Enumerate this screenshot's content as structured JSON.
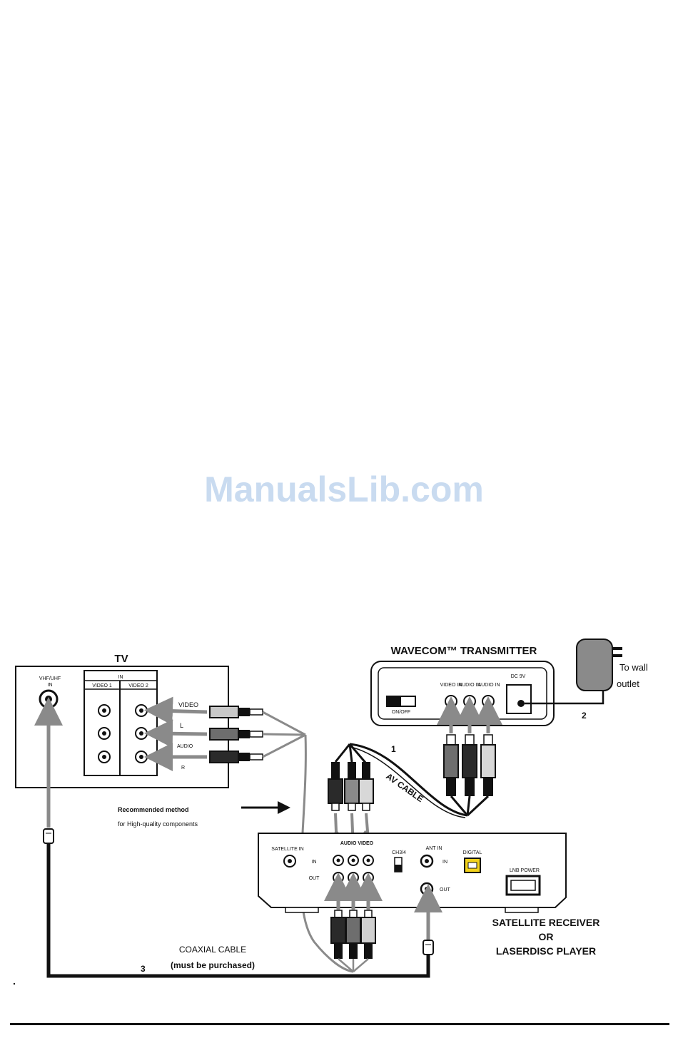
{
  "watermark": "ManualsLib.com",
  "tv": {
    "title": "TV",
    "antenna_label_line1": "VHF/UHF",
    "antenna_label_line2": "IN",
    "in_header": "IN",
    "video1_header": "VIDEO 1",
    "video2_header": "VIDEO 2",
    "jack_labels": [
      "VIDEO",
      "L",
      "AUDIO",
      "R"
    ]
  },
  "transmitter": {
    "title": "WAVECOM™ TRANSMITTER",
    "switch_label": "ON/OFF",
    "jack_labels": [
      "VIDEO IN",
      "AUDIO IN",
      "AUDIO IN"
    ],
    "power_label": "DC 9V"
  },
  "adapter": {
    "label_line1": "To wall",
    "label_line2": "outlet"
  },
  "cables": {
    "av_cable_label": "AV CABLE",
    "step1": "1",
    "step2": "2",
    "step3": "3",
    "coax_label_line1": "COAXIAL CABLE",
    "coax_label_line2": "(must be purchased)"
  },
  "note": {
    "line1": "Recommended method",
    "line2": "for High-quality components"
  },
  "receiver": {
    "antenna_in": "SATELLITE IN",
    "audio_video_header": "AUDIO VIDEO",
    "row_in": "IN",
    "row_out": "OUT",
    "switch_label": "CH3/4",
    "ant_in_label": "ANT IN",
    "in_label": "IN",
    "out_label": "OUT",
    "digital_label": "DIGITAL",
    "lnb_label": "LNB POWER",
    "title_line1": "SATELLITE RECEIVER",
    "title_line2": "OR",
    "title_line3": "LASERDISC PLAYER"
  },
  "colors": {
    "arrow_gray": "#8a8a8a",
    "plug_dark": "#2a2a2a",
    "plug_mid": "#6e6e6e",
    "plug_light": "#c8c8c8",
    "yellow": "#f2d21b",
    "watermark": "#c9dbf0"
  }
}
